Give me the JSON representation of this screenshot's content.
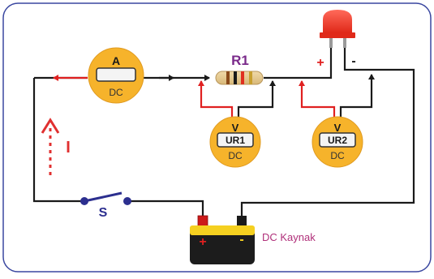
{
  "diagram": {
    "resistor_label": "R1",
    "ammeter": {
      "symbol": "A",
      "mode": "DC"
    },
    "voltmeter_r1": {
      "symbol": "V",
      "display": "UR1",
      "mode": "DC"
    },
    "voltmeter_r2": {
      "symbol": "V",
      "display": "UR2",
      "mode": "DC"
    },
    "current_label": "I",
    "switch_label": "S",
    "led": {
      "plus": "+",
      "minus": "-"
    },
    "battery": {
      "plus": "+",
      "minus": "-",
      "label": "DC Kaynak"
    }
  },
  "colors": {
    "wire": "#1a1a1a",
    "red_wire": "#e02020",
    "meter_fill": "#f6b32b",
    "frame": "#3a47a0",
    "switch": "#2c2f8f",
    "source_label": "#b0307a",
    "resistor_label": "#7a2a8a"
  }
}
